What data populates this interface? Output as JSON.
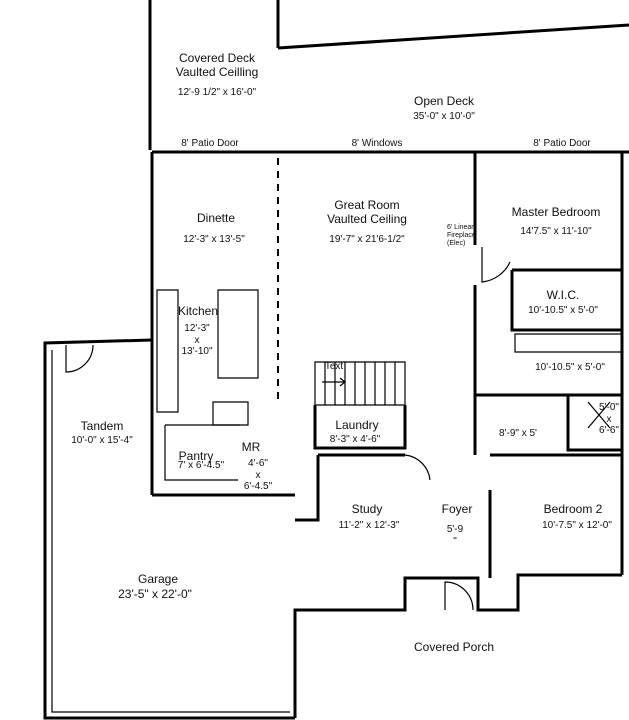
{
  "rooms": {
    "covered_deck": {
      "name": "Covered Deck\nVaulted Ceilling",
      "dims": "12'-9 1/2\" x 16'-0\""
    },
    "open_deck": {
      "name": "Open Deck",
      "dims": "35'-0\" x 10'-0\""
    },
    "dinette": {
      "name": "Dinette",
      "dims": "12'-3\" x 13'-5\""
    },
    "great_room": {
      "name": "Great Room\nVaulted Ceiling",
      "dims": "19'-7\" x 21'6-1/2\""
    },
    "master_bedroom": {
      "name": "Master Bedroom",
      "dims": "14'7.5\" x 11'-10\""
    },
    "wic": {
      "name": "W.I.C.",
      "dims": "10'-10.5\" x 5'-0\""
    },
    "master_bath": {
      "dims": "10'-10.5\" x 5'-0\""
    },
    "kitchen": {
      "name": "Kitchen",
      "dims": "12'-3\"\nx\n13'-10\""
    },
    "tandem": {
      "name": "Tandem",
      "dims": "10'-0\" x 15'-4\""
    },
    "laundry": {
      "name": "Laundry",
      "dims": "8'-3\" x 4'-6\""
    },
    "pantry": {
      "name": "Pantry",
      "dims": "7' x 6'-4.5\""
    },
    "mr": {
      "name": "MR",
      "dims": "4'-6\"\nx\n6'-4.5\""
    },
    "bath2": {
      "dims": "8'-9\" x 5'"
    },
    "shower": {
      "dims": "5'-0\"\nx\n6'-6\""
    },
    "study": {
      "name": "Study",
      "dims": "11'-2\" x 12'-3\""
    },
    "foyer": {
      "name": "Foyer",
      "dims": "5'-9\n\""
    },
    "bedroom2": {
      "name": "Bedroom 2",
      "dims": "10'-7.5\" x 12'-0\""
    },
    "garage": {
      "name": "Garage",
      "dims": "23'-5\" x 22'-0\""
    },
    "covered_porch": {
      "name": "Covered Porch"
    }
  },
  "openings": {
    "patio_door_left": "8' Patio Door",
    "windows": "8' Windows",
    "patio_door_right": "8' Patio Door",
    "fireplace": "6' Linear\nFireplace\n(Elec)"
  },
  "stairs_label": "Text"
}
